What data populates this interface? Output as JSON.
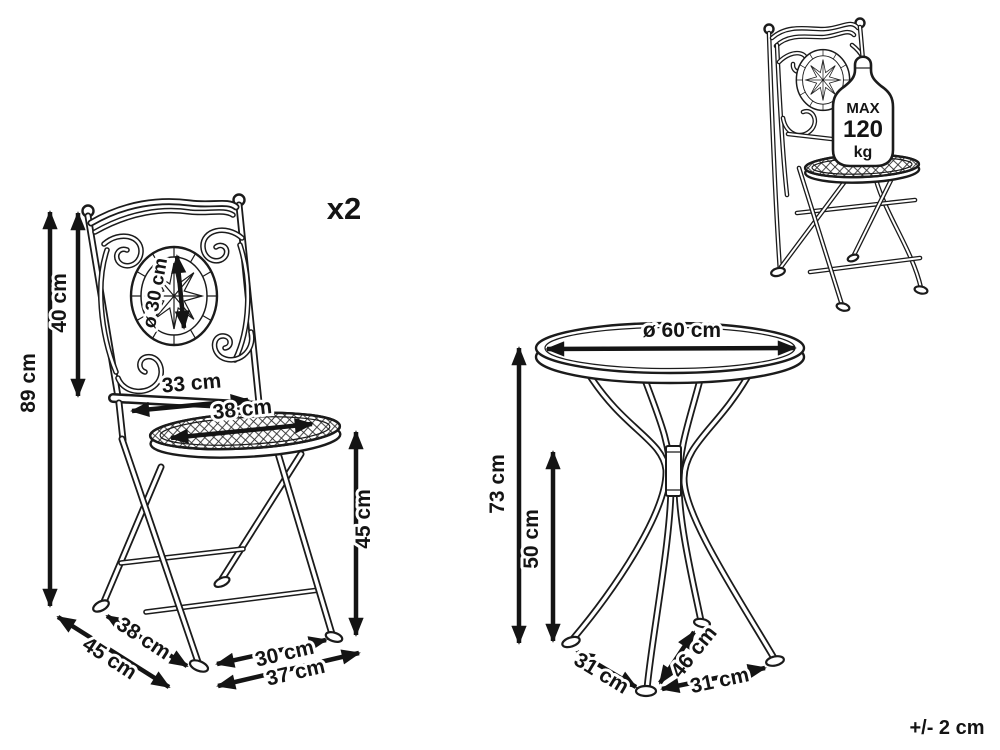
{
  "diagram": {
    "background": "#ffffff",
    "line_color": "#1b1b1b",
    "quantity_label": "x2",
    "tolerance_note": "+/- 2 cm"
  },
  "chair": {
    "dimensions": {
      "total_height": "89 cm",
      "backrest_height": "40 cm",
      "backrest_medallion_diameter": "ø 30 cm",
      "backrest_width": "33 cm",
      "seat_diameter": "38 cm",
      "seat_height": "45 cm",
      "footprint_depth_inner": "38 cm",
      "footprint_depth_outer": "45 cm",
      "front_feet_spacing": "30 cm",
      "footprint_width": "37 cm"
    },
    "max_load": {
      "prefix": "MAX",
      "value": "120",
      "unit": "kg"
    }
  },
  "table": {
    "dimensions": {
      "top_diameter": "ø 60 cm",
      "total_height": "73 cm",
      "underframe_height": "50 cm",
      "base_spacing_left": "31 cm",
      "base_diagonal": "46 cm",
      "base_spacing_right": "31 cm"
    }
  }
}
